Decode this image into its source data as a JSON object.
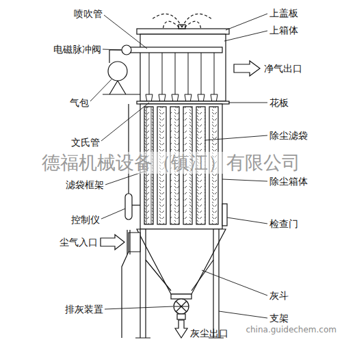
{
  "diagram": {
    "labels": [
      "喷吹管",
      "电磁脉冲阀",
      "气包",
      "文氏管",
      "滤袋框架",
      "控制仪",
      "尘气入口",
      "排灰装置",
      "上盖板",
      "上箱体",
      "净气出口",
      "花板",
      "除尘滤袋",
      "除尘箱体",
      "检查门",
      "灰斗",
      "支架",
      "灰尘出口",
      "德福机械设备（镇江）有限公司",
      "china.guidechem.com"
    ]
  }
}
